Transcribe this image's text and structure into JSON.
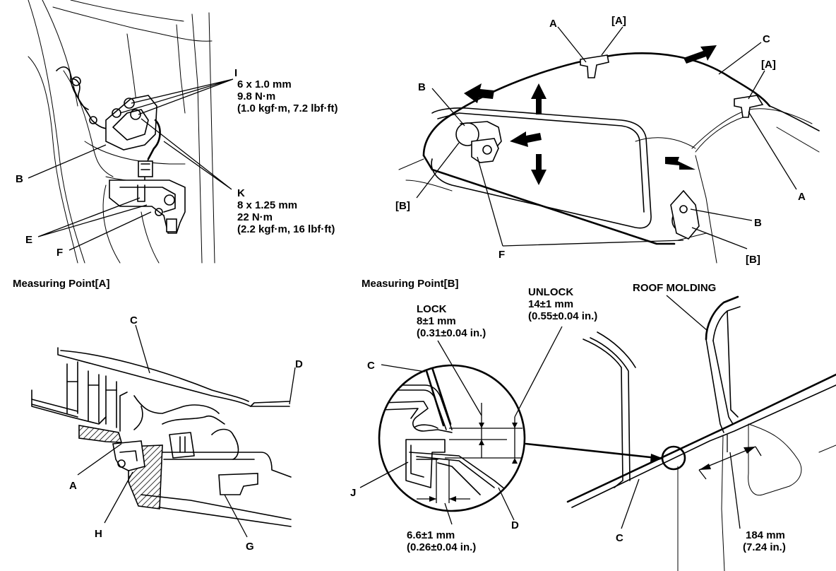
{
  "callouts": {
    "i_spec": {
      "letter": "I",
      "size": "6 x 1.0 mm",
      "torque_nm": "9.8 N·m",
      "torque_alt": "(1.0 kgf·m, 7.2 lbf·ft)"
    },
    "k_spec": {
      "letter": "K",
      "size": "8 x 1.25 mm",
      "torque_nm": "22 N·m",
      "torque_alt": "(2.2 kgf·m, 16 lbf·ft)"
    },
    "a": "A",
    "a_bracket": "[A]",
    "b": "B",
    "b_bracket": "[B]",
    "c": "C",
    "d": "D",
    "e": "E",
    "f": "F",
    "g": "G",
    "h": "H",
    "j": "J"
  },
  "sections": {
    "measuring_a": "Measuring Point[A]",
    "measuring_b": "Measuring Point[B]",
    "roof_molding": "ROOF MOLDING"
  },
  "measurements": {
    "lock": {
      "label": "LOCK",
      "metric": "8±1 mm",
      "imperial": "(0.31±0.04 in.)"
    },
    "unlock": {
      "label": "UNLOCK",
      "metric": "14±1 mm",
      "imperial": "(0.55±0.04 in.)"
    },
    "gap": {
      "metric": "6.6±1 mm",
      "imperial": "(0.26±0.04 in.)"
    },
    "molding_distance": {
      "metric": "184 mm",
      "imperial": "(7.24 in.)"
    }
  }
}
